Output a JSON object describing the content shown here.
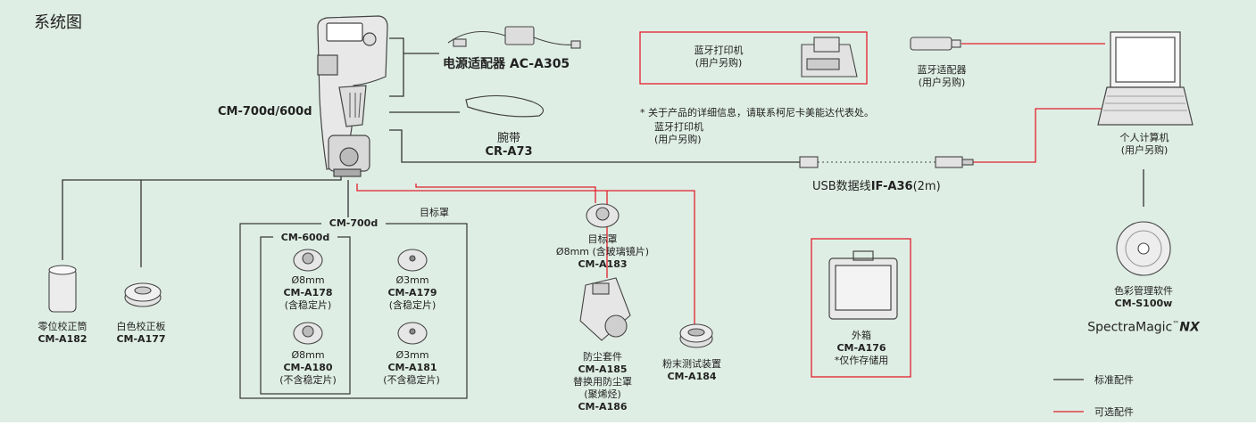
{
  "title": "系统图",
  "main_unit": "CM-700d/600d",
  "ac_adapter": "电源适配器 AC-A305",
  "strap": {
    "name": "腕带",
    "code": "CR-A73"
  },
  "bt_printer_box": {
    "name": "蓝牙打印机",
    "note": "(用户另购)"
  },
  "bt_adapter": {
    "name": "蓝牙适配器",
    "note": "(用户另购)"
  },
  "pc": {
    "name": "个人计算机",
    "note": "(用户另购)"
  },
  "info_note": "* 关于产品的详细信息，请联系柯尼卡美能达代表处。",
  "bt_printer2": {
    "name": "蓝牙打印机",
    "note": "(用户另购)"
  },
  "usb_cable": {
    "prefix": "USB数据线",
    "code": "IF-A36",
    "suffix": "(2m)"
  },
  "zero_cal": {
    "name": "零位校正筒",
    "code": "CM-A182"
  },
  "white_cal": {
    "name": "白色校正板",
    "code": "CM-A177"
  },
  "target_mask_label": "目标罩",
  "group_700": "CM-700d",
  "group_600": "CM-600d",
  "masks": [
    {
      "size": "Ø8mm",
      "code": "CM-A178",
      "note": "(含稳定片)"
    },
    {
      "size": "Ø3mm",
      "code": "CM-A179",
      "note": "(含稳定片)"
    },
    {
      "size": "Ø8mm",
      "code": "CM-A180",
      "note": "(不含稳定片)"
    },
    {
      "size": "Ø3mm",
      "code": "CM-A181",
      "note": "(不含稳定片)"
    }
  ],
  "glass_mask": {
    "name": "目标罩",
    "size": "Ø8mm (含玻璃镜片)",
    "code": "CM-A183"
  },
  "dust_cover": {
    "name": "防尘套件",
    "code1": "CM-A185",
    "name2": "替换用防尘罩",
    "note": "(聚烯烃)",
    "code2": "CM-A186"
  },
  "powder": {
    "name": "粉末测试装置",
    "code": "CM-A184"
  },
  "case": {
    "name": "外箱",
    "code": "CM-A176",
    "note": "*仅作存储用"
  },
  "software": {
    "name": "色彩管理软件",
    "code": "CM-S100w",
    "brand": "SpectraMagic",
    "tm": "™",
    "brand_suffix": "NX"
  },
  "legend": [
    {
      "label": "标准配件",
      "color": "#333333"
    },
    {
      "label": "可选配件",
      "color": "#e0202a"
    }
  ]
}
